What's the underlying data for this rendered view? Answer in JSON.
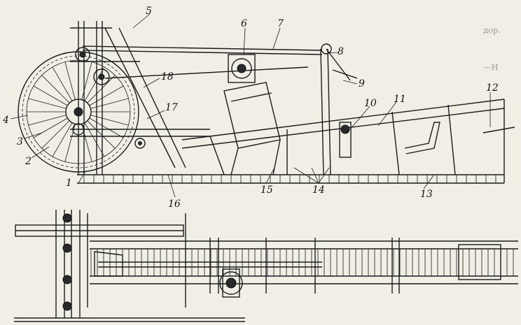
{
  "figure": {
    "callouts": [
      "1",
      "2",
      "3",
      "4",
      "5",
      "6",
      "7",
      "8",
      "9",
      "10",
      "11",
      "12",
      "13",
      "14",
      "15",
      "16",
      "17",
      "18"
    ],
    "bleed_text_right": [
      "дор.",
      "—Н",
      "",
      "",
      "",
      "",
      "",
      "",
      "",
      "",
      "",
      "",
      "",
      "",
      "",
      "",
      "",
      ""
    ]
  },
  "colors": {
    "paper": "#f1eee6",
    "ink": "#1b1b1b"
  }
}
